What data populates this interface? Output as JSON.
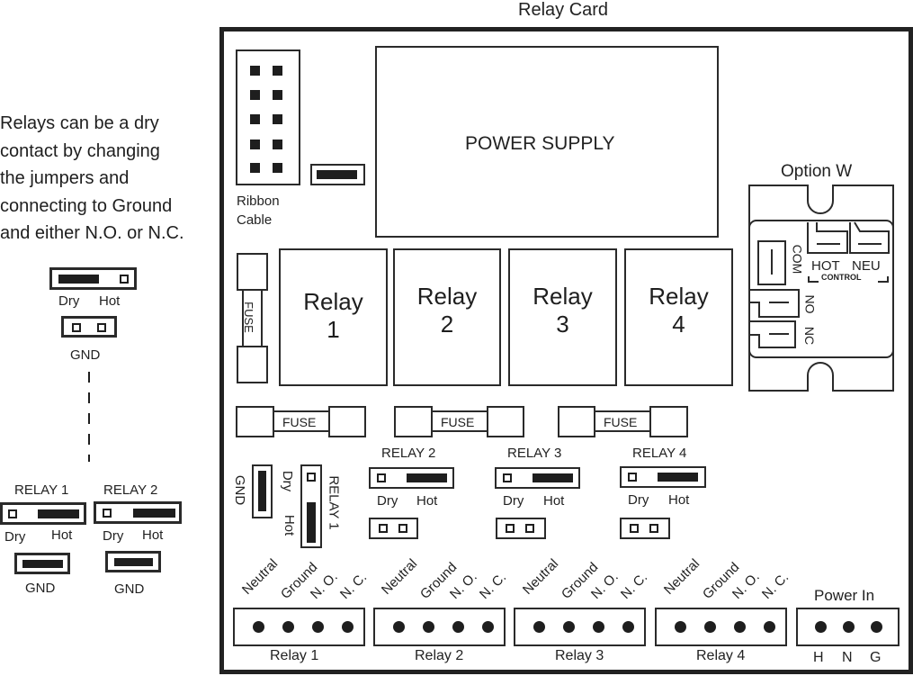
{
  "title": "Relay Card",
  "note": {
    "lines": [
      "Relays can be a dry",
      "contact by changing",
      "the jumpers and",
      "connecting to Ground",
      "and either N.O. or N.C."
    ]
  },
  "legend": {
    "dry": "Dry",
    "hot": "Hot",
    "gnd": "GND",
    "examples": [
      {
        "label": "RELAY 1",
        "dry": "Dry",
        "hot": "Hot",
        "gnd": "GND"
      },
      {
        "label": "RELAY 2",
        "dry": "Dry",
        "hot": "Hot",
        "gnd": "GND"
      }
    ]
  },
  "board": {
    "ribbon_label_1": "Ribbon",
    "ribbon_label_2": "Cable",
    "power_supply": "POWER SUPPLY",
    "fuse": "FUSE",
    "relays": [
      {
        "word": "Relay",
        "num": "1"
      },
      {
        "word": "Relay",
        "num": "2"
      },
      {
        "word": "Relay",
        "num": "3"
      },
      {
        "word": "Relay",
        "num": "4"
      }
    ],
    "relay1_jumper": {
      "gnd": "GND",
      "dry": "Dry",
      "hot": "Hot",
      "label": "RELAY 1"
    },
    "jumpers": [
      {
        "label": "RELAY 2",
        "dry": "Dry",
        "hot": "Hot"
      },
      {
        "label": "RELAY 3",
        "dry": "Dry",
        "hot": "Hot"
      },
      {
        "label": "RELAY 4",
        "dry": "Dry",
        "hot": "Hot"
      }
    ],
    "terminal_pins": [
      "Neutral",
      "Ground",
      "N. O.",
      "N. C."
    ],
    "terminals": [
      "Relay 1",
      "Relay 2",
      "Relay 3",
      "Relay 4"
    ],
    "power_in": {
      "title": "Power In",
      "pins": [
        "H",
        "N",
        "G"
      ]
    }
  },
  "option_w": {
    "title": "Option W",
    "com": "COM",
    "hot": "HOT",
    "neu": "NEU",
    "control": "CONTROL",
    "no": "NO",
    "nc": "NC"
  }
}
